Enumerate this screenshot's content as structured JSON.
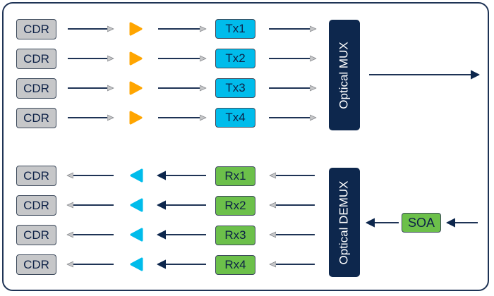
{
  "diagram": {
    "colors": {
      "frame": "#1e3355",
      "line": "#1e3355",
      "cdr": "#c6c7c9",
      "tx": "#00bceb",
      "rx": "#6cc04a",
      "soa": "#6cc04a",
      "amp_tx": "#ffa500",
      "amp_rx": "#00bceb",
      "mux": "#0d274d",
      "arrow_gray": "#c6c7c9"
    },
    "transmit": {
      "lanes": [
        {
          "cdr": "CDR",
          "tx": "Tx1"
        },
        {
          "cdr": "CDR",
          "tx": "Tx2"
        },
        {
          "cdr": "CDR",
          "tx": "Tx3"
        },
        {
          "cdr": "CDR",
          "tx": "Tx4"
        }
      ],
      "mux_label": "Optical MUX"
    },
    "receive": {
      "lanes": [
        {
          "cdr": "CDR",
          "rx": "Rx1"
        },
        {
          "cdr": "CDR",
          "rx": "Rx2"
        },
        {
          "cdr": "CDR",
          "rx": "Rx3"
        },
        {
          "cdr": "CDR",
          "rx": "Rx4"
        }
      ],
      "demux_label": "Optical DEMUX",
      "soa_label": "SOA"
    }
  }
}
